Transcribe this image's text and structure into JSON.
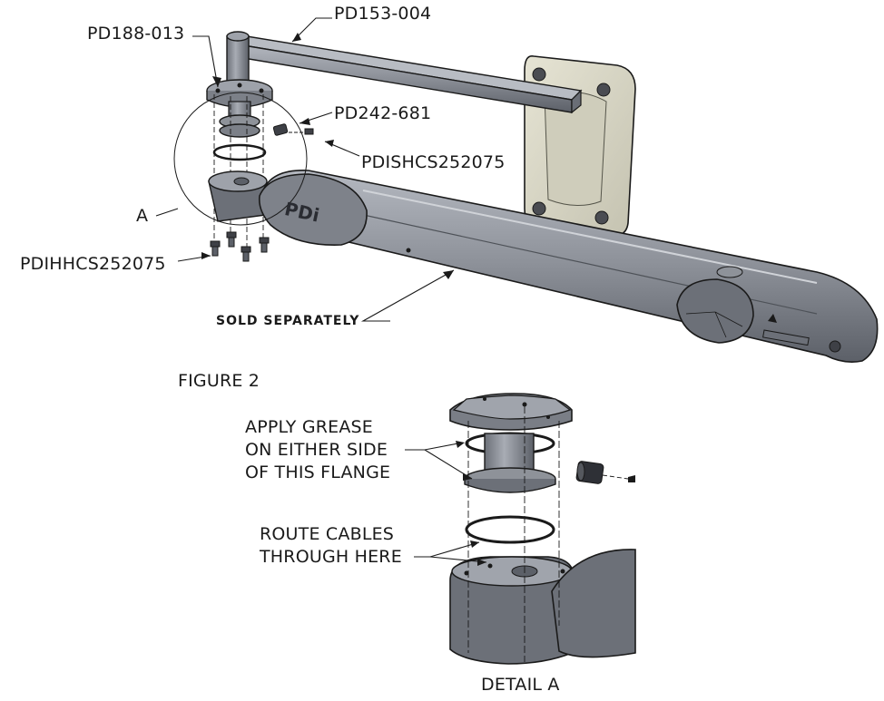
{
  "diagram": {
    "callouts": {
      "pd188": "PD188-013",
      "pd153": "PD153-004",
      "pd242": "PD242-681",
      "pdishcs": "PDISHCS252075",
      "detail_ref": "A",
      "pdihhcs": "PDIHHCS252075",
      "sold": "SOLD SEPARATELY"
    },
    "logo_text": "PDi",
    "figure_title": "FIGURE 2",
    "grease_note": [
      "APPLY GREASE",
      "ON EITHER SIDE",
      "OF THIS FLANGE"
    ],
    "cables_note": [
      "ROUTE CABLES",
      "THROUGH HERE"
    ],
    "detail_caption": "DETAIL A"
  },
  "colors": {
    "part_fill": "#8e9299",
    "part_dark": "#5f636b",
    "part_light": "#b8bcc3",
    "wall_plate": "#d9d7c6",
    "outline": "#1a1a1a"
  }
}
